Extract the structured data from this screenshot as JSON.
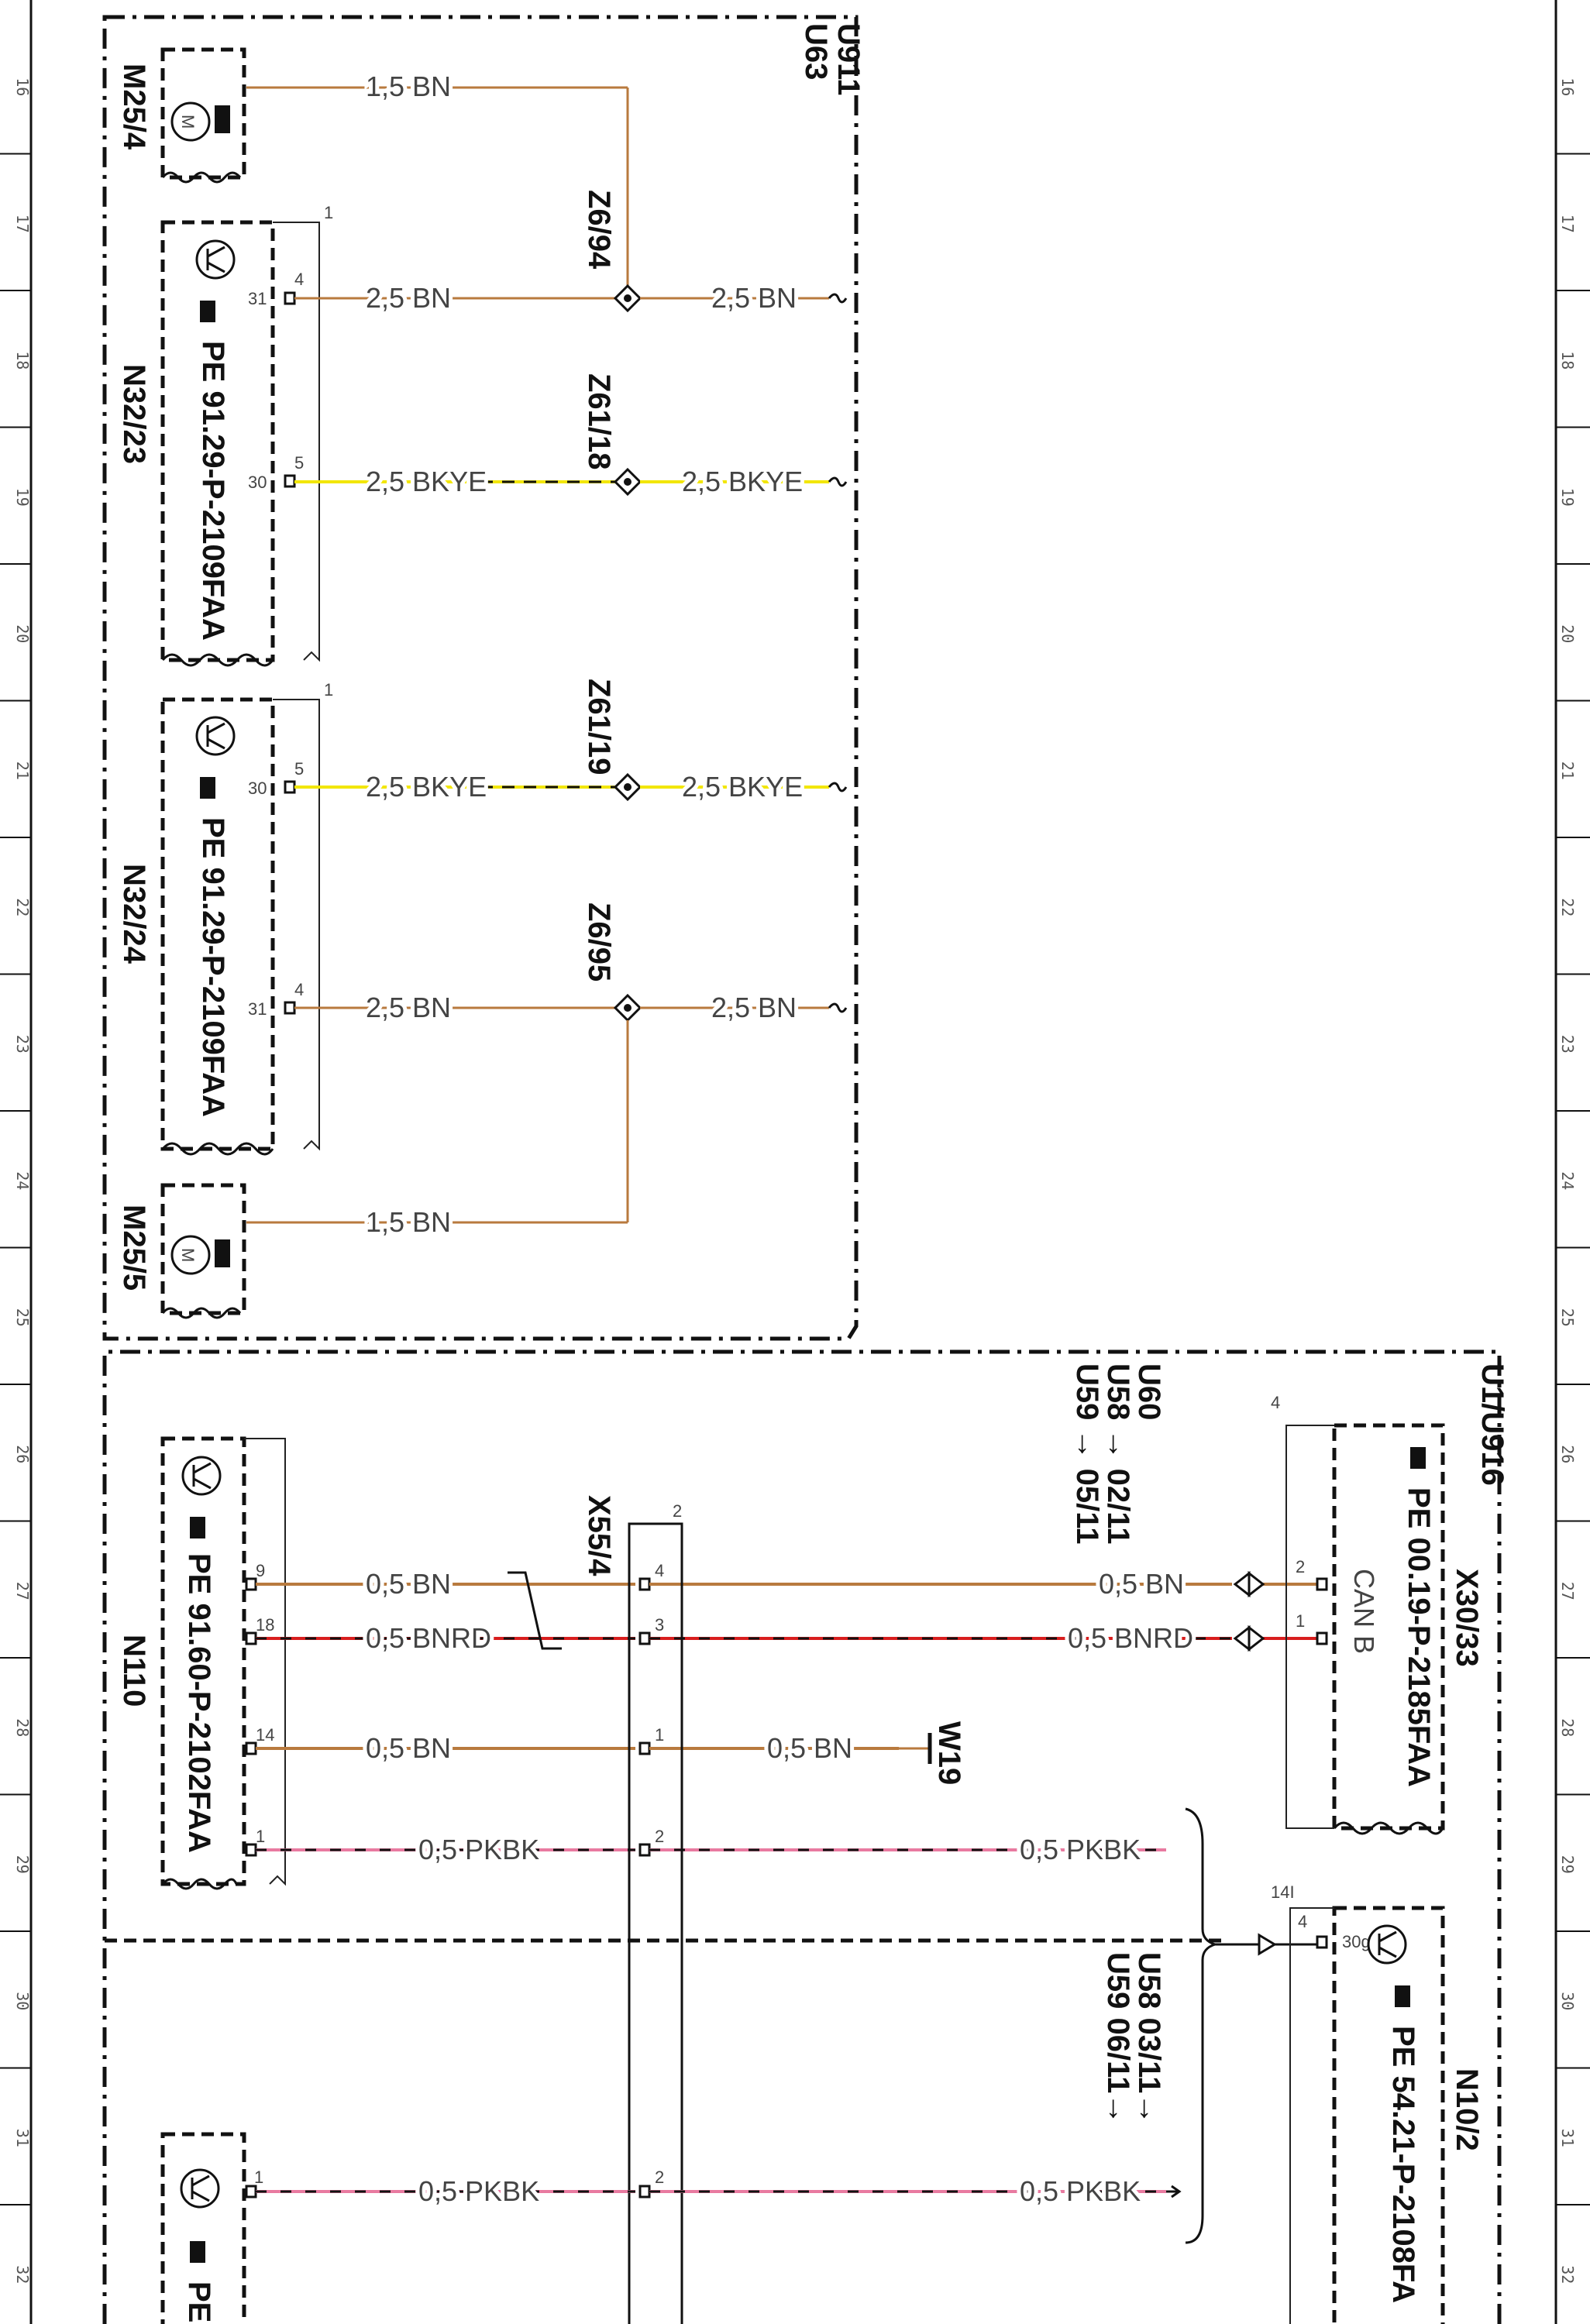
{
  "ruler": {
    "left": [
      "16",
      "17",
      "18",
      "19",
      "20",
      "21",
      "22",
      "23",
      "24",
      "25",
      "26",
      "27",
      "28",
      "29",
      "30",
      "31",
      "32"
    ],
    "right": [
      "16",
      "17",
      "18",
      "19",
      "20",
      "21",
      "22",
      "23",
      "24",
      "25",
      "26",
      "27",
      "28",
      "29",
      "30",
      "31",
      "32"
    ]
  },
  "colors": {
    "brown": "#b87a3e",
    "yellow": "#f2e600",
    "red": "#d81e1e",
    "pink": "#e87aa0",
    "black": "#111111"
  },
  "upper_block": {
    "id1": "U911",
    "id2": "U63",
    "m25_4": {
      "name": "M25/4",
      "wire": "1,5 BN"
    },
    "n32_23": {
      "name": "N32/23",
      "ref": "PE 91.29-P-2109FAA",
      "conn": "1",
      "pin31": "31",
      "pin4": "4",
      "wire1": "2,5 BN",
      "pin30": "30",
      "pin5": "5",
      "wire2": "2,5 BKYE"
    },
    "z6_94": {
      "name": "Z6/94",
      "wire": "2,5 BN"
    },
    "z61_18": {
      "name": "Z61/18",
      "wire": "2,5 BKYE"
    },
    "n32_24": {
      "name": "N32/24",
      "ref": "PE 91.29-P-2109FAA",
      "conn": "1",
      "pin30": "30",
      "pin5": "5",
      "wire1": "2,5 BKYE",
      "pin31": "31",
      "pin4": "4",
      "wire2": "2,5 BN"
    },
    "z61_19": {
      "name": "Z61/19",
      "wire": "2,5 BKYE"
    },
    "z6_95": {
      "name": "Z6/95",
      "wire": "2,5 BN"
    },
    "m25_5": {
      "name": "M25/5",
      "wire": "1,5 BN"
    }
  },
  "lower_block": {
    "id": "U1/U916",
    "u60": "U60",
    "u58": "U58 → 02/11",
    "u59": "U59 → 05/11",
    "n110": {
      "name": "N110",
      "ref": "PE 91.60-P-2102FAA",
      "rows": [
        {
          "pin": "9",
          "wire": "0,5 BN",
          "x": "4",
          "wire2": "0,5 BN"
        },
        {
          "pin": "18",
          "wire": "0,5 BNRD",
          "x": "3",
          "wire2": "0,5 BNRD"
        },
        {
          "pin": "14",
          "wire": "0,5 BN",
          "x": "1",
          "wire2": "0,5 BN"
        },
        {
          "pin": "1",
          "wire": "0,5 PKBK",
          "x": "2",
          "wire2": "0,5 PKBK"
        }
      ]
    },
    "x55_4": {
      "name": "X55/4",
      "conn": "2"
    },
    "x30_33": {
      "name": "X30/33",
      "ref": "PE 00.19-P-2185FAA",
      "can": "CAN B",
      "conn": "4",
      "pin2": "2",
      "pin1": "1"
    },
    "w19": "W19",
    "n10_2": {
      "name": "N10/2",
      "ref": "PE 54.21-P-2108FA",
      "pin": "30g",
      "pin4": "4",
      "conn": "14I"
    },
    "u58b": "U58 03/11→",
    "u59b": "U59 06/11→",
    "bottom": {
      "pin": "1",
      "wire": "0,5 PKBK",
      "x": "2",
      "wire2": "0,5 PKBK",
      "ref": "PE"
    }
  }
}
